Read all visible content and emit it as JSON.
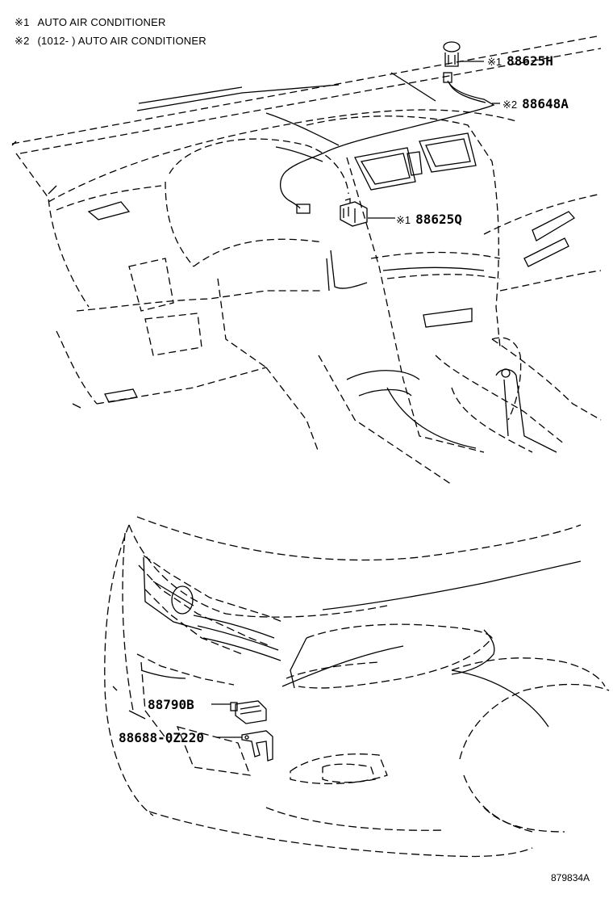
{
  "notes": [
    {
      "mark": "※1",
      "text": "AUTO AIR CONDITIONER"
    },
    {
      "mark": "※2",
      "text": "(1012-      ) AUTO AIR CONDITIONER"
    }
  ],
  "callouts": [
    {
      "prefix": "※1",
      "part": "88625H"
    },
    {
      "prefix": "※2",
      "part": "88648A"
    },
    {
      "prefix": "※1",
      "part": "88625Q"
    },
    {
      "prefix": "",
      "part": "88790B"
    },
    {
      "prefix": "",
      "part": "88688-0Z220"
    }
  ],
  "figure_id": "879834A"
}
